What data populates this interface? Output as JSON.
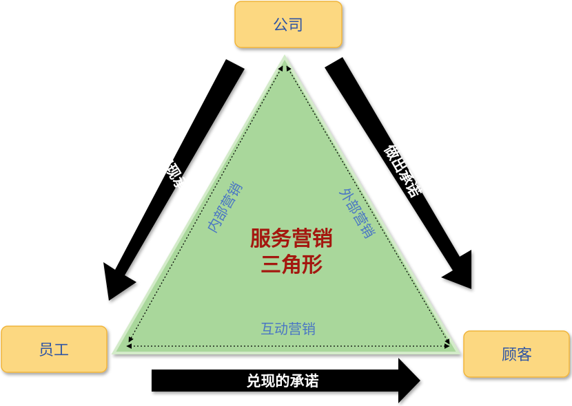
{
  "nodes": {
    "company": "公司",
    "employee": "员工",
    "customer": "顾客"
  },
  "arrows": {
    "realize_promise": "实现承诺",
    "make_promise": "做出承诺",
    "fulfill_promise": "兑现的承诺"
  },
  "triangle": {
    "title_line1": "服务营销",
    "title_line2": "三角形",
    "left_side": "内部营销",
    "right_side": "外部营销",
    "bottom_side": "互动营销"
  },
  "colors": {
    "node_fill": "#fcd881",
    "node_stroke": "#f0b43a",
    "node_text": "#2f55a4",
    "triangle_fill": "#a9d79b",
    "triangle_stroke": "#d3ebc9",
    "side_text": "#4a76c4",
    "arrow_fill": "#000000",
    "title_text": "#a4170f"
  }
}
